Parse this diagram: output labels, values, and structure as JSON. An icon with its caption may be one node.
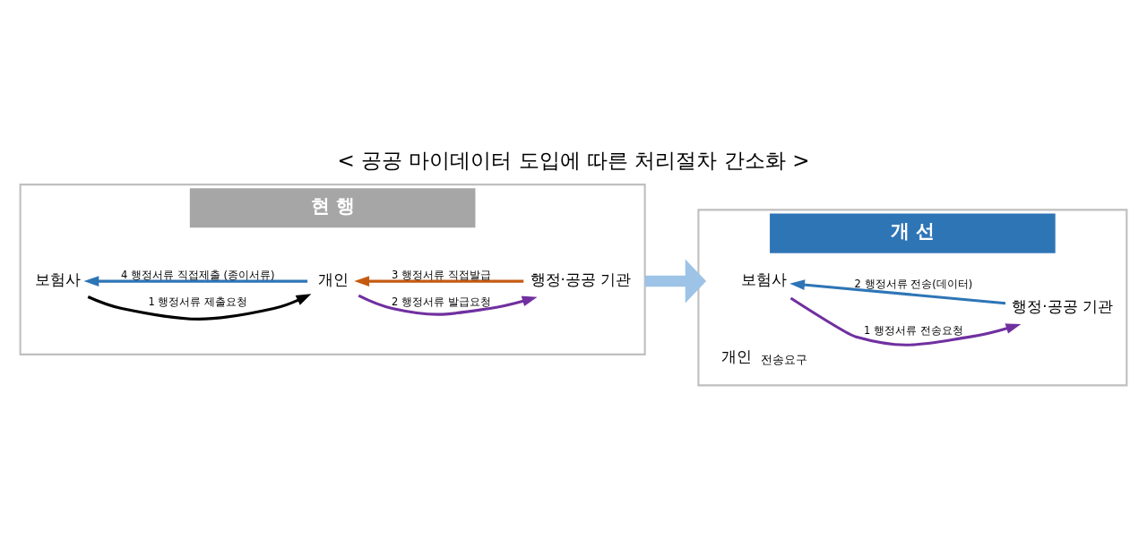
{
  "diagram": {
    "title": "< 공공 마이데이터 도입에 따른 처리절차 간소화 >",
    "nodes": [
      {
        "text": [
          "현 행"
        ]
      },
      {
        "text": [
          "보험사"
        ],
        "in": 0
      },
      {
        "text": [
          "개인"
        ],
        "in": 0
      },
      {
        "text": [
          "행정·공공 기관"
        ],
        "in": 0
      },
      {
        "text": [
          "개 선"
        ]
      },
      {
        "text": [
          "보험사"
        ],
        "in": 4
      },
      {
        "text": [
          "행정·공공 기관"
        ],
        "in": 4
      },
      {
        "text": [
          "개인"
        ],
        "in": 4,
        "beside": [
          "전송요구"
        ]
      }
    ],
    "edges": [
      {
        "from": 1,
        "to": 2,
        "arrow": "to",
        "label": "1 행정서류 제출요청",
        "color": "#000000"
      },
      {
        "from": 2,
        "to": 3,
        "arrow": "to",
        "label": "2 행정서류 발급요청",
        "color": "#7030a0"
      },
      {
        "from": 3,
        "to": 2,
        "arrow": "to",
        "label": "3 행정서류 직접발급",
        "color": "#c55a11"
      },
      {
        "from": 2,
        "to": 1,
        "arrow": "to",
        "label": "4 행정서류 직접제출 (종이서류)",
        "color": "#2e75b6"
      },
      {
        "from": 5,
        "to": 6,
        "arrow": "to",
        "label": "1 행정서류 전송요청",
        "color": "#7030a0"
      },
      {
        "from": 6,
        "to": 5,
        "arrow": "to",
        "label": "2 행정서류 전송(데이터)",
        "color": "#2e75b6"
      },
      {
        "from": 0,
        "to": 4,
        "arrow": "to",
        "style": "thick",
        "color": "#9dc3e6"
      }
    ]
  }
}
